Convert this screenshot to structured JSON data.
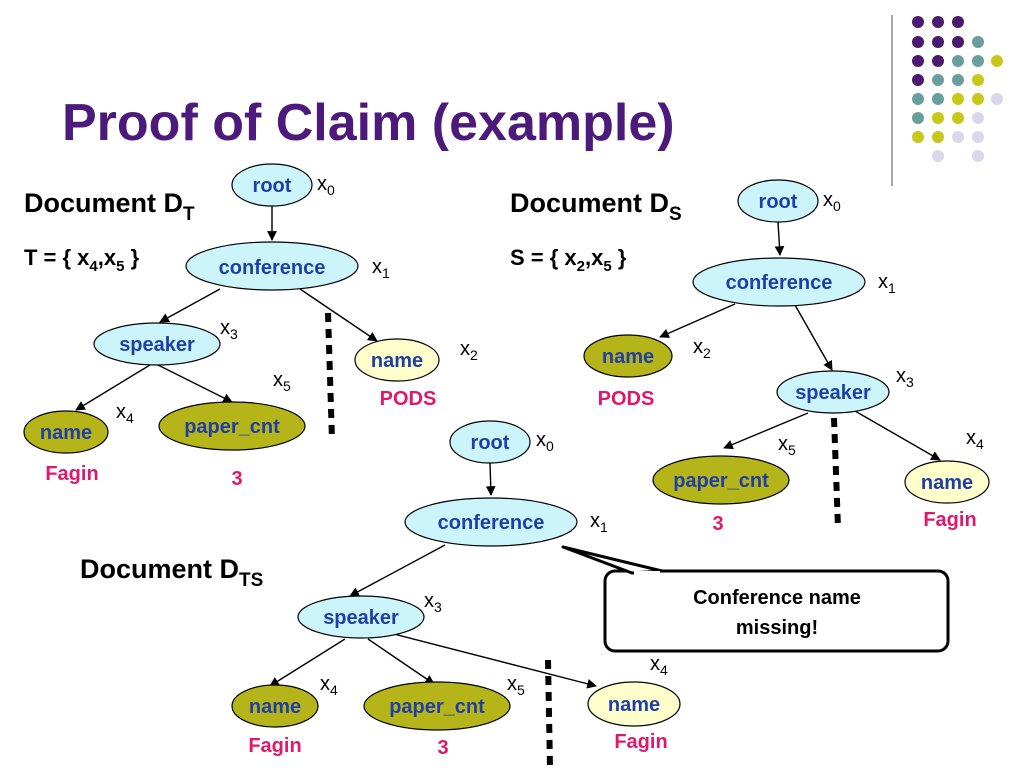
{
  "title": "Proof of Claim (example)",
  "colors": {
    "title": "#4b1a7a",
    "node_cyan": "#ccf5fb",
    "node_olive": "#b5b51a",
    "node_cream": "#ffffcc",
    "node_text": "#1f3fa6",
    "value_text": "#e0186c",
    "dot_purple": "#4a1a6e",
    "dot_teal": "#6a9e9e",
    "dot_yellow": "#c8c81a",
    "dot_lavender": "#d8d8ea"
  },
  "doc_t": {
    "label_main": "Document D",
    "label_sub": "T",
    "set": {
      "prefix": "T = { x",
      "s1": "4",
      "mid": ",x",
      "s2": "5",
      "suffix": " }"
    },
    "nodes": [
      {
        "label": "root",
        "var": "x",
        "var_sub": "0",
        "value": "",
        "style": "cyan"
      },
      {
        "label": "conference",
        "var": "x",
        "var_sub": "1",
        "value": "",
        "style": "cyan"
      },
      {
        "label": "speaker",
        "var": "x",
        "var_sub": "3",
        "value": "",
        "style": "cyan"
      },
      {
        "label": "name",
        "var": "x",
        "var_sub": "2",
        "value": "PODS",
        "style": "cream"
      },
      {
        "label": "name",
        "var": "x",
        "var_sub": "4",
        "value": "Fagin",
        "style": "olive"
      },
      {
        "label": "paper_cnt",
        "var": "x",
        "var_sub": "5",
        "value": "3",
        "style": "olive"
      }
    ]
  },
  "doc_s": {
    "label_main": "Document D",
    "label_sub": "S",
    "set": {
      "prefix": "S = { x",
      "s1": "2",
      "mid": ",x",
      "s2": "5",
      "suffix": " }"
    },
    "nodes": [
      {
        "label": "root",
        "var": "x",
        "var_sub": "0",
        "value": "",
        "style": "cyan"
      },
      {
        "label": "conference",
        "var": "x",
        "var_sub": "1",
        "value": "",
        "style": "cyan"
      },
      {
        "label": "name",
        "var": "x",
        "var_sub": "2",
        "value": "PODS",
        "style": "olive"
      },
      {
        "label": "speaker",
        "var": "x",
        "var_sub": "3",
        "value": "",
        "style": "cyan"
      },
      {
        "label": "paper_cnt",
        "var": "x",
        "var_sub": "5",
        "value": "3",
        "style": "olive"
      },
      {
        "label": "name",
        "var": "x",
        "var_sub": "4",
        "value": "Fagin",
        "style": "cream"
      }
    ]
  },
  "doc_ts": {
    "label_main": "Document D",
    "label_sub": "TS",
    "nodes": [
      {
        "label": "root",
        "var": "x",
        "var_sub": "0",
        "value": "",
        "style": "cyan"
      },
      {
        "label": "conference",
        "var": "x",
        "var_sub": "1",
        "value": "",
        "style": "cyan"
      },
      {
        "label": "speaker",
        "var": "x",
        "var_sub": "3",
        "value": "",
        "style": "cyan"
      },
      {
        "label": "name",
        "var": "x",
        "var_sub": "4",
        "value": "Fagin",
        "style": "olive"
      },
      {
        "label": "paper_cnt",
        "var": "x",
        "var_sub": "5",
        "value": "3",
        "style": "olive"
      },
      {
        "label": "name",
        "var": "x",
        "var_sub": "4",
        "value": "Fagin",
        "style": "cream"
      }
    ]
  },
  "callout": {
    "line1": "Conference name",
    "line2": "missing!"
  }
}
